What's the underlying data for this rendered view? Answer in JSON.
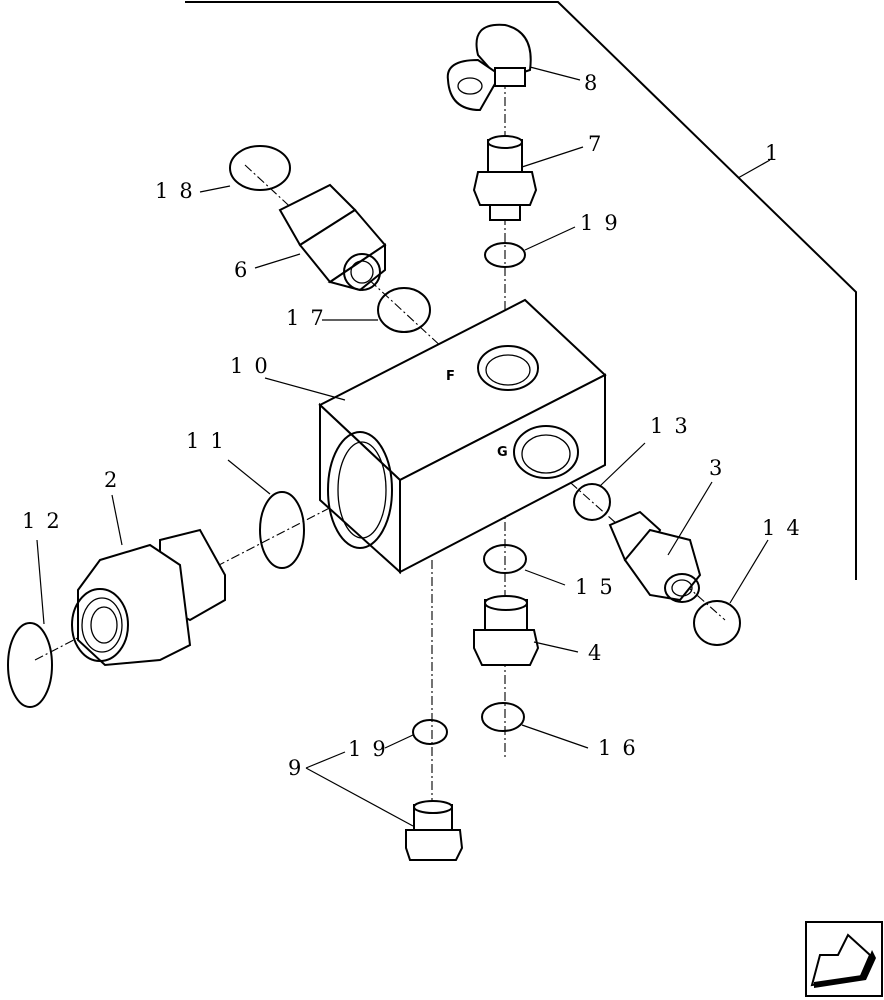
{
  "callouts": {
    "c1": "1",
    "c2": "2",
    "c3": "3",
    "c4": "4",
    "c6": "6",
    "c7": "7",
    "c8": "8",
    "c9": "9",
    "c10": "10",
    "c11": "11",
    "c12": "12",
    "c13": "13",
    "c14": "14",
    "c15": "15",
    "c16": "16",
    "c17": "17",
    "c18": "18",
    "c19a": "19",
    "c19b": "19"
  },
  "port_marks": {
    "top": "F",
    "side": "G"
  },
  "nav": {
    "icon": "back-arrow-icon"
  }
}
